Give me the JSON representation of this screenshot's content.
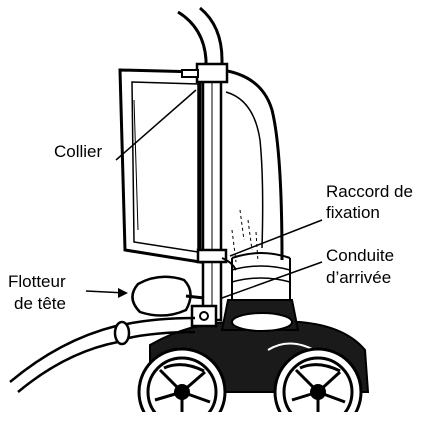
{
  "labels": {
    "collar": "Collier",
    "fitting_line1": "Raccord de",
    "fitting_line2": "fixation",
    "inlet_line1": "Conduite",
    "inlet_line2": "d’arrivée",
    "float_line1": "Flotteur",
    "float_line2": "de tête"
  },
  "colors": {
    "ink": "#000000",
    "paper": "#ffffff",
    "dark_fill": "#1a1a1a"
  }
}
